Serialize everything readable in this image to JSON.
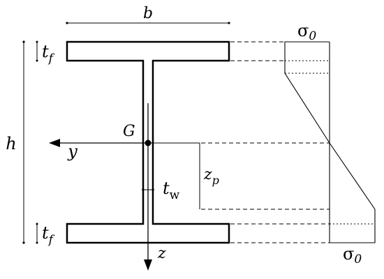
{
  "labels": {
    "b": "b",
    "h": "h",
    "tf_main": "t",
    "tf_sub": "f",
    "tw_main": "t",
    "tw_sub": "w",
    "G": "G",
    "y": "y",
    "z": "z",
    "zp_main": "z",
    "zp_sub": "p",
    "sigma_top_main": "σ",
    "sigma_top_sub": "0",
    "sigma_bottom_main": "σ",
    "sigma_bottom_sub": "0"
  },
  "colors": {
    "stroke": "#000000",
    "background": "#ffffff"
  }
}
